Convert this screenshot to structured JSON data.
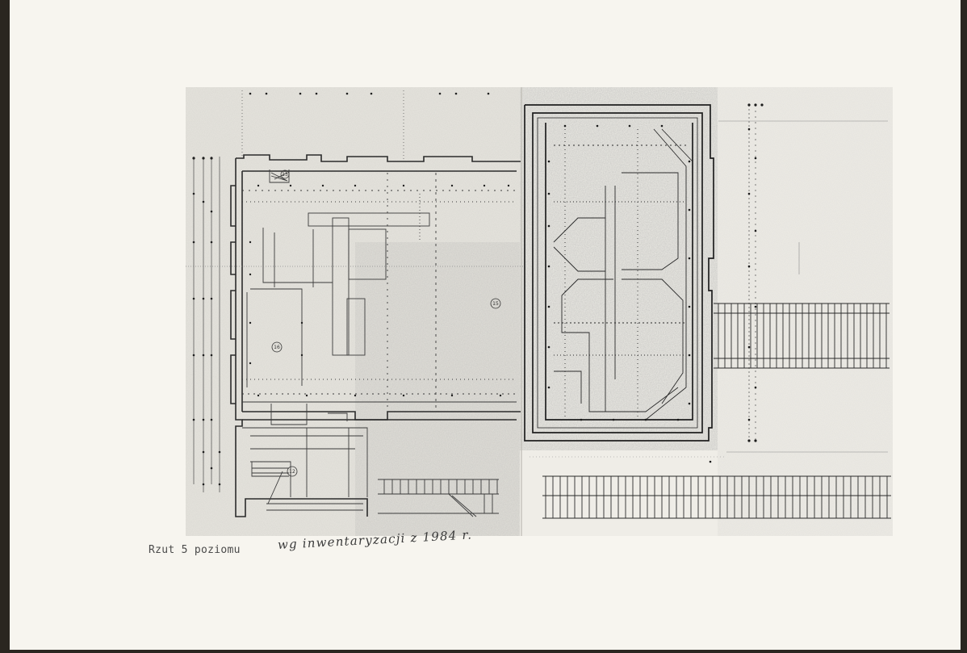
{
  "caption": {
    "typed": "Rzut 5 poziomu",
    "handwritten": "wg inwentaryzacji z 1984 r."
  },
  "room_marks": [
    "15",
    "16",
    "12",
    "13"
  ],
  "colors": {
    "paper": "#f7f5ef",
    "background": "#2a2620",
    "line": "#2b2b2b",
    "toner": "#9a9a9a"
  }
}
